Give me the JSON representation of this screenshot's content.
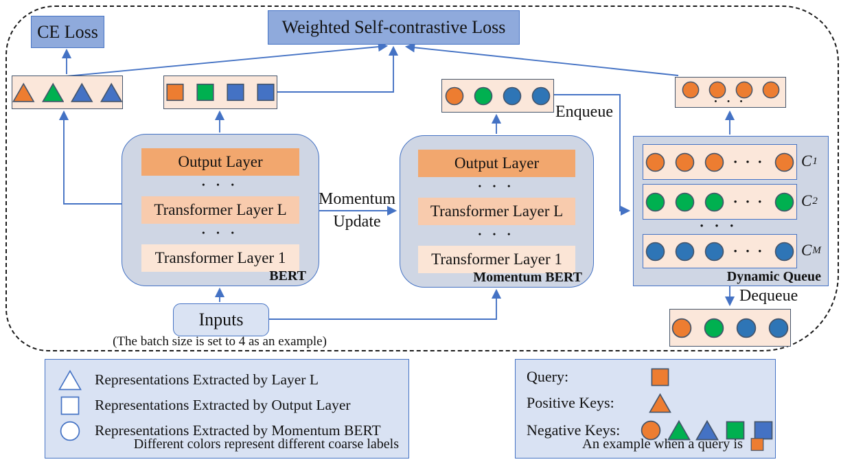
{
  "palette": {
    "orange": "#ED7D31",
    "green": "#00B050",
    "blue": "#4472C4",
    "blue_circle": "#2E75B6",
    "white": "#FFFFFF",
    "shape_border": "#44546A",
    "legend_shape_border": "#4472C4",
    "arrow": "#4472C4",
    "loss_fill": "#8FAADC",
    "block_fill": "#CFD6E4",
    "peach_fill": "#FBE7DA",
    "legend_fill": "#D9E2F3"
  },
  "glyphs": {
    "dots": "• • •"
  },
  "losses": {
    "ce": "CE Loss",
    "weighted": "Weighted Self-contrastive Loss"
  },
  "bert": {
    "output_layer": "Output Layer",
    "layer_l": "Transformer Layer L",
    "layer_1": "Transformer Layer 1",
    "label": "BERT"
  },
  "momentum_bert": {
    "output_layer": "Output Layer",
    "layer_l": "Transformer Layer L",
    "layer_1": "Transformer Layer 1",
    "label": "Momentum BERT"
  },
  "edges": {
    "momentum_update_line1": "Momentum",
    "momentum_update_line2": "Update",
    "enqueue": "Enqueue",
    "dequeue": "Dequeue"
  },
  "inputs": {
    "label": "Inputs",
    "caption": "(The batch size is set to 4 as an example)"
  },
  "shape_rows": {
    "layer_l_reps": [
      "triangle:orange",
      "triangle:green",
      "triangle:blue",
      "triangle:blue"
    ],
    "output_reps": [
      "square:orange",
      "square:green",
      "square:blue",
      "square:blue"
    ],
    "momentum_reps": [
      "circle:orange",
      "circle:green",
      "circle:blue_circle",
      "circle:blue_circle"
    ],
    "queue_head": [
      "circle:orange",
      "circle:orange",
      "circle:orange",
      "circle:orange"
    ],
    "dequeued": [
      "circle:orange",
      "circle:green",
      "circle:blue_circle",
      "circle:blue_circle"
    ]
  },
  "queue": {
    "label": "Dynamic Queue",
    "rows": [
      {
        "shapes": [
          "circle:orange",
          "circle:orange",
          "circle:orange",
          "dots",
          "circle:orange"
        ],
        "symbol": "C",
        "sub": "1"
      },
      {
        "shapes": [
          "circle:green",
          "circle:green",
          "circle:green",
          "dots",
          "circle:green"
        ],
        "symbol": "C",
        "sub": "2"
      },
      {
        "shapes": [
          "circle:blue_circle",
          "circle:blue_circle",
          "circle:blue_circle",
          "dots",
          "circle:blue_circle"
        ],
        "symbol": "C",
        "sub": "M"
      }
    ]
  },
  "legend_left": {
    "items": [
      {
        "shape": "triangle:white",
        "text": "Representations Extracted by Layer L"
      },
      {
        "shape": "square:white",
        "text": "Representations Extracted by Output Layer"
      },
      {
        "shape": "circle:white",
        "text": "Representations Extracted by Momentum BERT"
      }
    ],
    "footnote": "Different colors represent different coarse labels"
  },
  "legend_right": {
    "rows": [
      {
        "label": "Query:",
        "shapes": [
          "square:orange"
        ]
      },
      {
        "label": "Positive Keys:",
        "shapes": [
          "triangle:orange"
        ]
      },
      {
        "label": "Negative Keys:",
        "shapes": [
          "circle:orange",
          "triangle:green",
          "triangle:blue",
          "square:green",
          "square:blue"
        ]
      }
    ],
    "footnote": "An example when a query is",
    "footnote_shape": [
      "square:orange"
    ]
  }
}
